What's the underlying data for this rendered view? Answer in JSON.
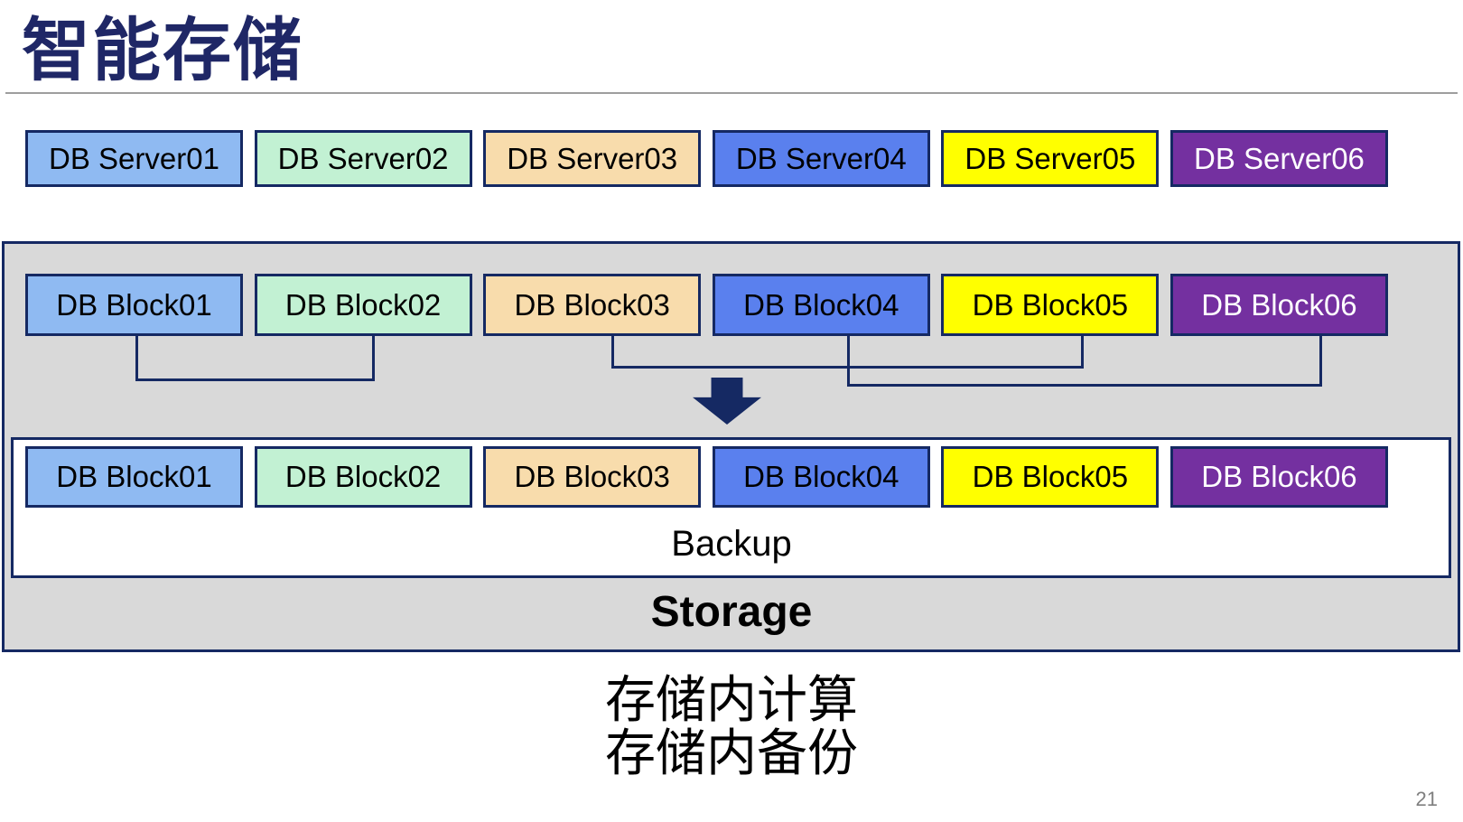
{
  "slide": {
    "title": "智能存储",
    "page_number": "21",
    "caption_line1": "存储内计算",
    "caption_line2": "存储内备份"
  },
  "colors": {
    "navy": "#152963",
    "title_navy": "#1F2766",
    "container_fill": "#D9D9D9",
    "divider_gray": "#9E9E9E",
    "page_number_gray": "#7F7F7F"
  },
  "server_row": {
    "items": [
      {
        "label": "DB Server01",
        "bg": "#8FBAF2",
        "text": "#000000"
      },
      {
        "label": "DB Server02",
        "bg": "#C2F1D3",
        "text": "#000000"
      },
      {
        "label": "DB Server03",
        "bg": "#F8DCAC",
        "text": "#000000"
      },
      {
        "label": "DB Server04",
        "bg": "#5A80EE",
        "text": "#000000"
      },
      {
        "label": "DB Server05",
        "bg": "#FFFF00",
        "text": "#000000"
      },
      {
        "label": "DB Server06",
        "bg": "#7430A0",
        "text": "#FFFFFF"
      }
    ]
  },
  "storage": {
    "label": "Storage",
    "backup_label": "Backup",
    "top_blocks": {
      "items": [
        {
          "label": "DB Block01",
          "bg": "#8FBAF2",
          "text": "#000000"
        },
        {
          "label": "DB Block02",
          "bg": "#C2F1D3",
          "text": "#000000"
        },
        {
          "label": "DB Block03",
          "bg": "#F8DCAC",
          "text": "#000000"
        },
        {
          "label": "DB Block04",
          "bg": "#5A80EE",
          "text": "#000000"
        },
        {
          "label": "DB Block05",
          "bg": "#FFFF00",
          "text": "#000000"
        },
        {
          "label": "DB Block06",
          "bg": "#7430A0",
          "text": "#FFFFFF"
        }
      ]
    },
    "bottom_blocks": {
      "items": [
        {
          "label": "DB Block01",
          "bg": "#8FBAF2",
          "text": "#000000"
        },
        {
          "label": "DB Block02",
          "bg": "#C2F1D3",
          "text": "#000000"
        },
        {
          "label": "DB Block03",
          "bg": "#F8DCAC",
          "text": "#000000"
        },
        {
          "label": "DB Block04",
          "bg": "#5A80EE",
          "text": "#000000"
        },
        {
          "label": "DB Block05",
          "bg": "#FFFF00",
          "text": "#000000"
        },
        {
          "label": "DB Block06",
          "bg": "#7430A0",
          "text": "#FFFFFF"
        }
      ]
    }
  }
}
